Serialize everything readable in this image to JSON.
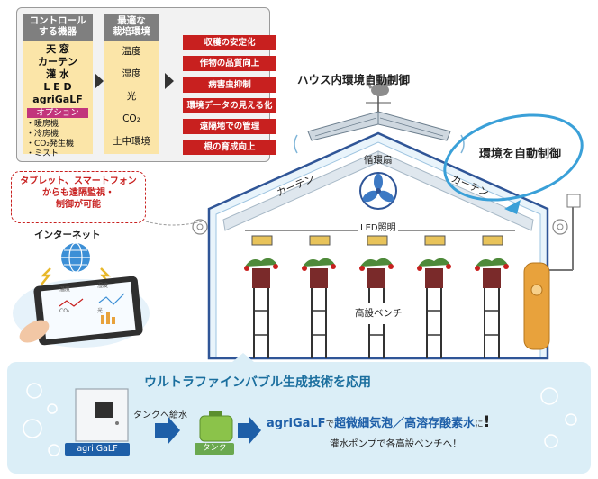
{
  "devices": {
    "header": [
      "コントロール",
      "する機器"
    ],
    "items": [
      "天 窓",
      "カーテン",
      "灌 水",
      "L E D",
      "agriGaLF"
    ],
    "option_label": "オプション",
    "options": [
      "・暖房機",
      "・冷房機",
      "・CO₂発生機",
      "・ミスト"
    ]
  },
  "environment": {
    "header": [
      "最適な",
      "栽培環境"
    ],
    "items": [
      "温度",
      "湿度",
      "光",
      "CO₂",
      "土中環境"
    ]
  },
  "effects": [
    "収穫の安定化",
    "作物の品質向上",
    "病害虫抑制",
    "環境データの見える化",
    "遠隔地での管理",
    "根の育成向上"
  ],
  "house": {
    "title": "ハウス内環境自動制御",
    "auto_control": "環境を自動制御",
    "curtain_left": "カーテン",
    "curtain_right": "カーテン",
    "fan": "循環扇",
    "led": "LED照明",
    "bench": "高設ベンチ"
  },
  "remote": {
    "bubble": [
      "タブレット、スマートフォン",
      "からも遠隔監視・",
      "制御が可能"
    ],
    "internet": "インターネット",
    "tablet_labels": [
      "温度",
      "湿度",
      "CO₂",
      "光"
    ]
  },
  "bottom": {
    "title": "ウルトラファインバブル生成技術を応用",
    "feed": "タンクへ給水",
    "device_label": "agri GaLF",
    "tank_label": "タンク",
    "promo_brand": "agriGaLF",
    "promo_de": "で",
    "promo_main": "超微細気泡／高溶存酸素水",
    "promo_ni": "に",
    "promo_bang": "!",
    "pump": "灌水ポンプで各高設ベンチへ！"
  },
  "colors": {
    "effect_red": "#c8201f",
    "device_col": "#fbe5a8",
    "option_pink": "#c2357c",
    "brand_blue": "#1e5fa8",
    "panel_blue": "#dbeef7"
  }
}
